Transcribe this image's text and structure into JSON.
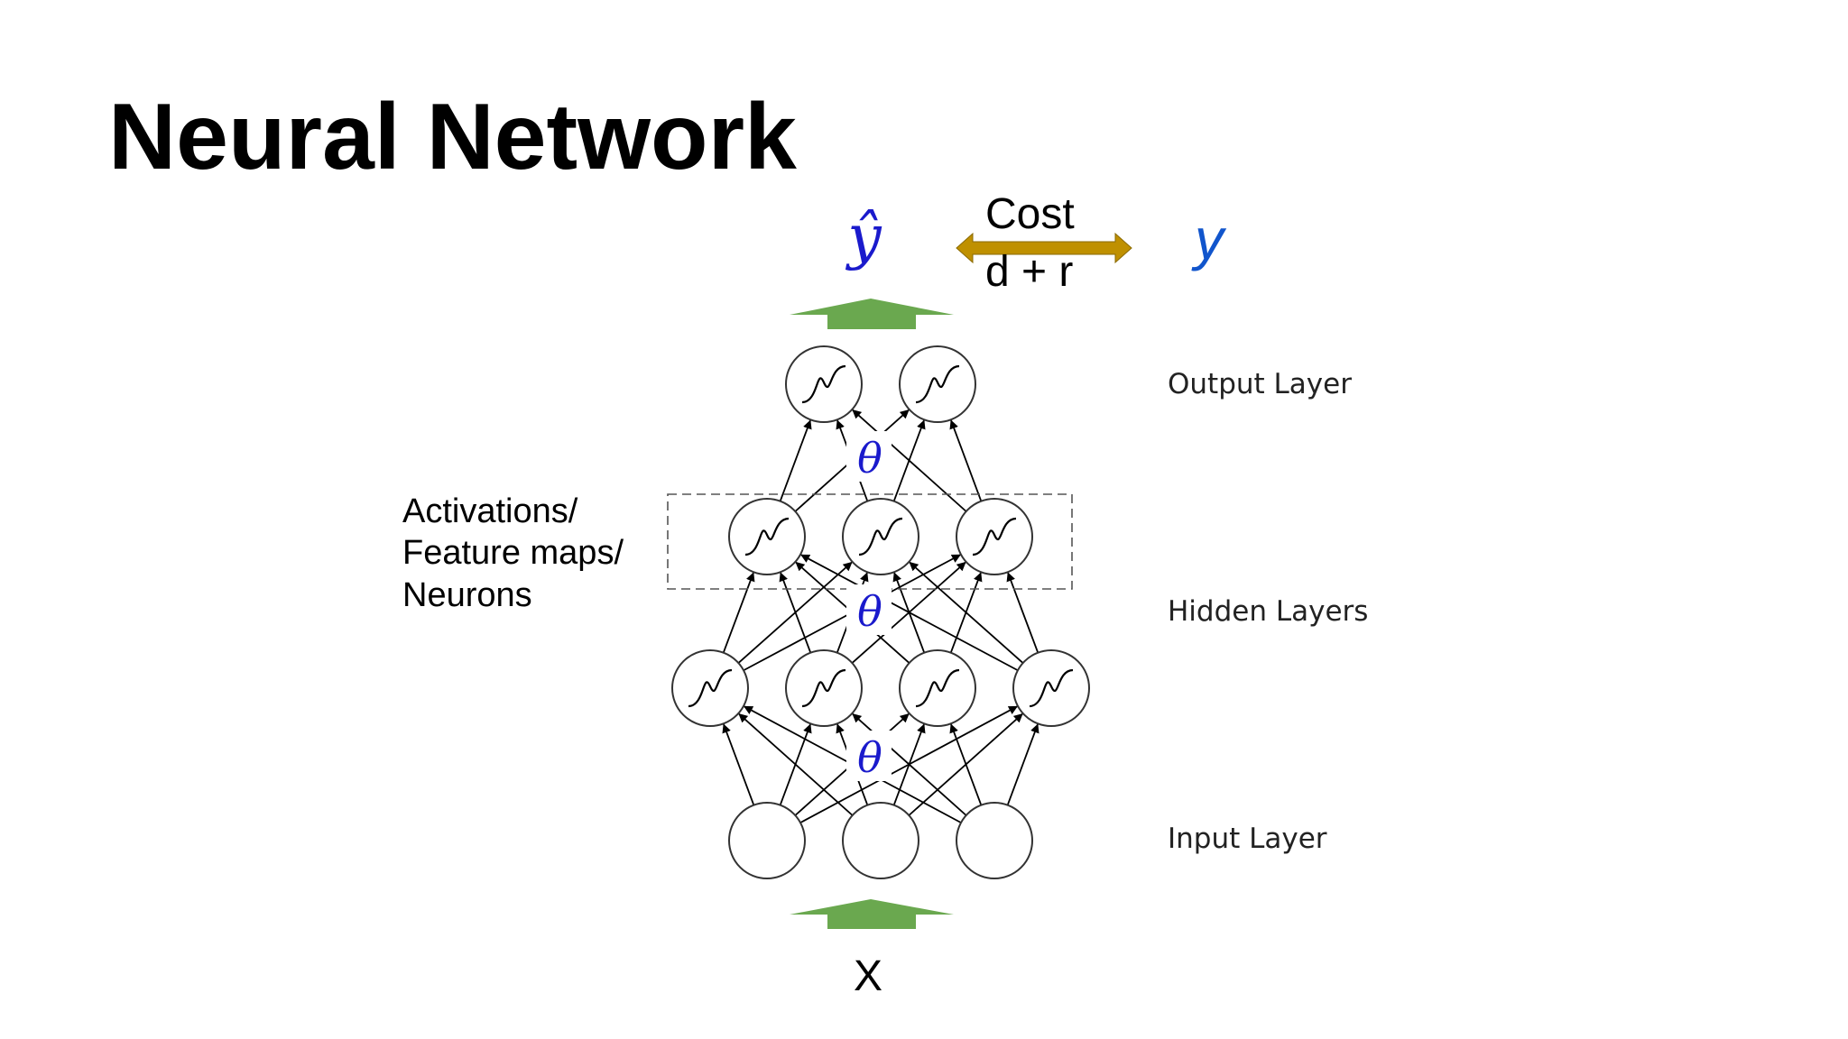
{
  "slide": {
    "title": "Neural Network"
  },
  "diagram": {
    "prediction_label": "ŷ",
    "target_label": "y",
    "cost_label": "Cost",
    "cost_terms": "d + r",
    "input_label": "X",
    "weight_label": "θ",
    "activations_label_lines": [
      "Activations/",
      "Feature maps/",
      "Neurons"
    ],
    "layer_labels": {
      "output": "Output Layer",
      "hidden": "Hidden Layers",
      "input": "Input Layer"
    },
    "colors": {
      "arrow_green": "#6aa84f",
      "cost_arrow_fill": "#bf9000",
      "math_blue": "#1a1acc",
      "target_blue": "#1155cc",
      "node_stroke": "#333333"
    },
    "layers": [
      {
        "name": "input",
        "neurons": 3,
        "activation": "none"
      },
      {
        "name": "hidden-1",
        "neurons": 4,
        "activation": "sigmoid"
      },
      {
        "name": "hidden-2",
        "neurons": 3,
        "activation": "sigmoid"
      },
      {
        "name": "output",
        "neurons": 2,
        "activation": "sigmoid"
      }
    ]
  }
}
